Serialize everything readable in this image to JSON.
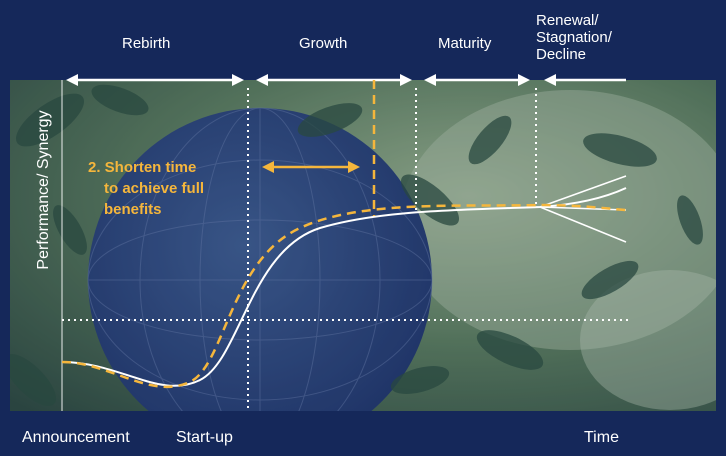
{
  "stages": [
    "Rebirth",
    "Growth",
    "Maturity"
  ],
  "stage_last": {
    "line1": "Renewal/",
    "line2": "Stagnation/",
    "line3": "Decline"
  },
  "y_axis_label": "Performance/ Synergy",
  "callout": {
    "line1": "2. Shorten time",
    "line2": "to achieve full",
    "line3": "benefits"
  },
  "footer": {
    "left": "Announcement",
    "middle": "Start-up",
    "right": "Time"
  },
  "colors": {
    "navy": "#15285a",
    "accent": "#f5b63c",
    "line": "#ffffff"
  }
}
